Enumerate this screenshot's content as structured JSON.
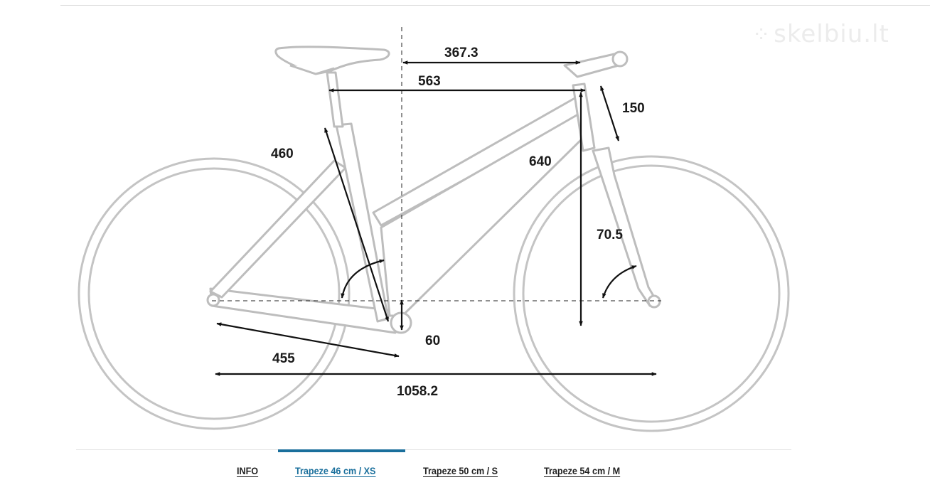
{
  "watermark": {
    "text": "skelbiu.lt",
    "glyph": "⁘"
  },
  "measurements": {
    "reach": "367.3",
    "top_tube": "563",
    "head_tube": "150",
    "seat_tube": "460",
    "stack": "640",
    "head_angle": "70.5",
    "bb_drop": "60",
    "chainstay": "455",
    "wheelbase": "1058.2"
  },
  "tabs": [
    {
      "label": "INFO",
      "active": false
    },
    {
      "label": "Trapeze 46 cm / XS",
      "active": true
    },
    {
      "label": "Trapeze 50 cm / S",
      "active": false
    },
    {
      "label": "Trapeze 54 cm / M",
      "active": false
    }
  ],
  "colors": {
    "frame": "#c0c0c0",
    "dimension": "#111111",
    "accent": "#1a6f9c"
  }
}
